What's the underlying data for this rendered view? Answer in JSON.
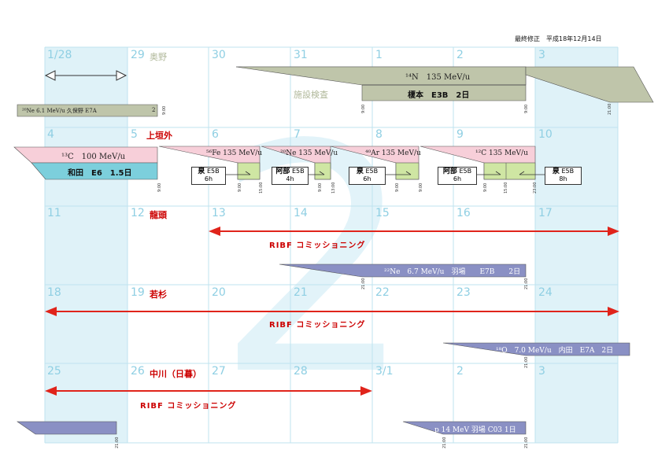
{
  "header": {
    "revision": "最終修正　平成18年12月14日"
  },
  "big_month": "2",
  "weeks": [
    {
      "dates": [
        "1/28",
        "29",
        "30",
        "31",
        "1",
        "2",
        "3"
      ]
    },
    {
      "dates": [
        "4",
        "5",
        "6",
        "7",
        "8",
        "9",
        "10"
      ]
    },
    {
      "dates": [
        "11",
        "12",
        "13",
        "14",
        "15",
        "16",
        "17"
      ]
    },
    {
      "dates": [
        "18",
        "19",
        "20",
        "21",
        "22",
        "23",
        "24"
      ]
    },
    {
      "dates": [
        "25",
        "26",
        "27",
        "28",
        "3/1",
        "2",
        "3"
      ]
    }
  ],
  "week_names": [
    "奥野",
    "上垣外",
    "龍頭",
    "若杉",
    "中川（日暮）"
  ],
  "events": {
    "w1_left_beam": "²⁰Ne 6.1 MeV/u 久保野 E7A",
    "w1_left_mark": "2",
    "w1_n14_beam": "¹⁴N　135 MeV/u",
    "w1_n14_user": "榎本　E3B　2日",
    "w1_inspection": "施設検査",
    "w2_c13_beam": "¹³C　100 MeV/u",
    "w2_c13_user": "和田　E6　1.5日",
    "w2_fe56_beam": "⁵⁶Fe 135 MeV/u",
    "w2_ne20_beam": "²⁰Ne 135 MeV/u",
    "w2_ar40_beam": "⁴⁰Ar 135 MeV/u",
    "w2_c12_beam": "¹²C 135 MeV/u",
    "w3_ne22_beam": "²²Ne　6.7 MeV/u　羽場　　E7B　　2日",
    "w4_o18_beam": "¹⁸O　7.0 MeV/u　内田　E7A　2日",
    "w5_p_beam": "p 14 MeV 羽場 C03 1日"
  },
  "boxes": [
    {
      "who": "泉",
      "loc": "E5B",
      "dur": "6h"
    },
    {
      "who": "阿部",
      "loc": "E5B",
      "dur": "4h"
    },
    {
      "who": "泉",
      "loc": "E5B",
      "dur": "6h"
    },
    {
      "who": "阿部",
      "loc": "E5B",
      "dur": "6h"
    },
    {
      "who": "泉",
      "loc": "E5B",
      "dur": "8h"
    }
  ],
  "ribf_label": "RIBF コミッショニング",
  "times": {
    "t900": "9:00",
    "t1500": "15:00",
    "t1300": "13:00",
    "t2100": "21:00",
    "t2300": "23:00"
  },
  "colors": {
    "sunday_column": "#dff2f8",
    "olive": "#bfc5aa",
    "pink": "#f7cfd9",
    "cyan": "#7ccfdc",
    "green": "#cfe6a3",
    "slate": "#8a90c4",
    "red": "#e0241b"
  }
}
